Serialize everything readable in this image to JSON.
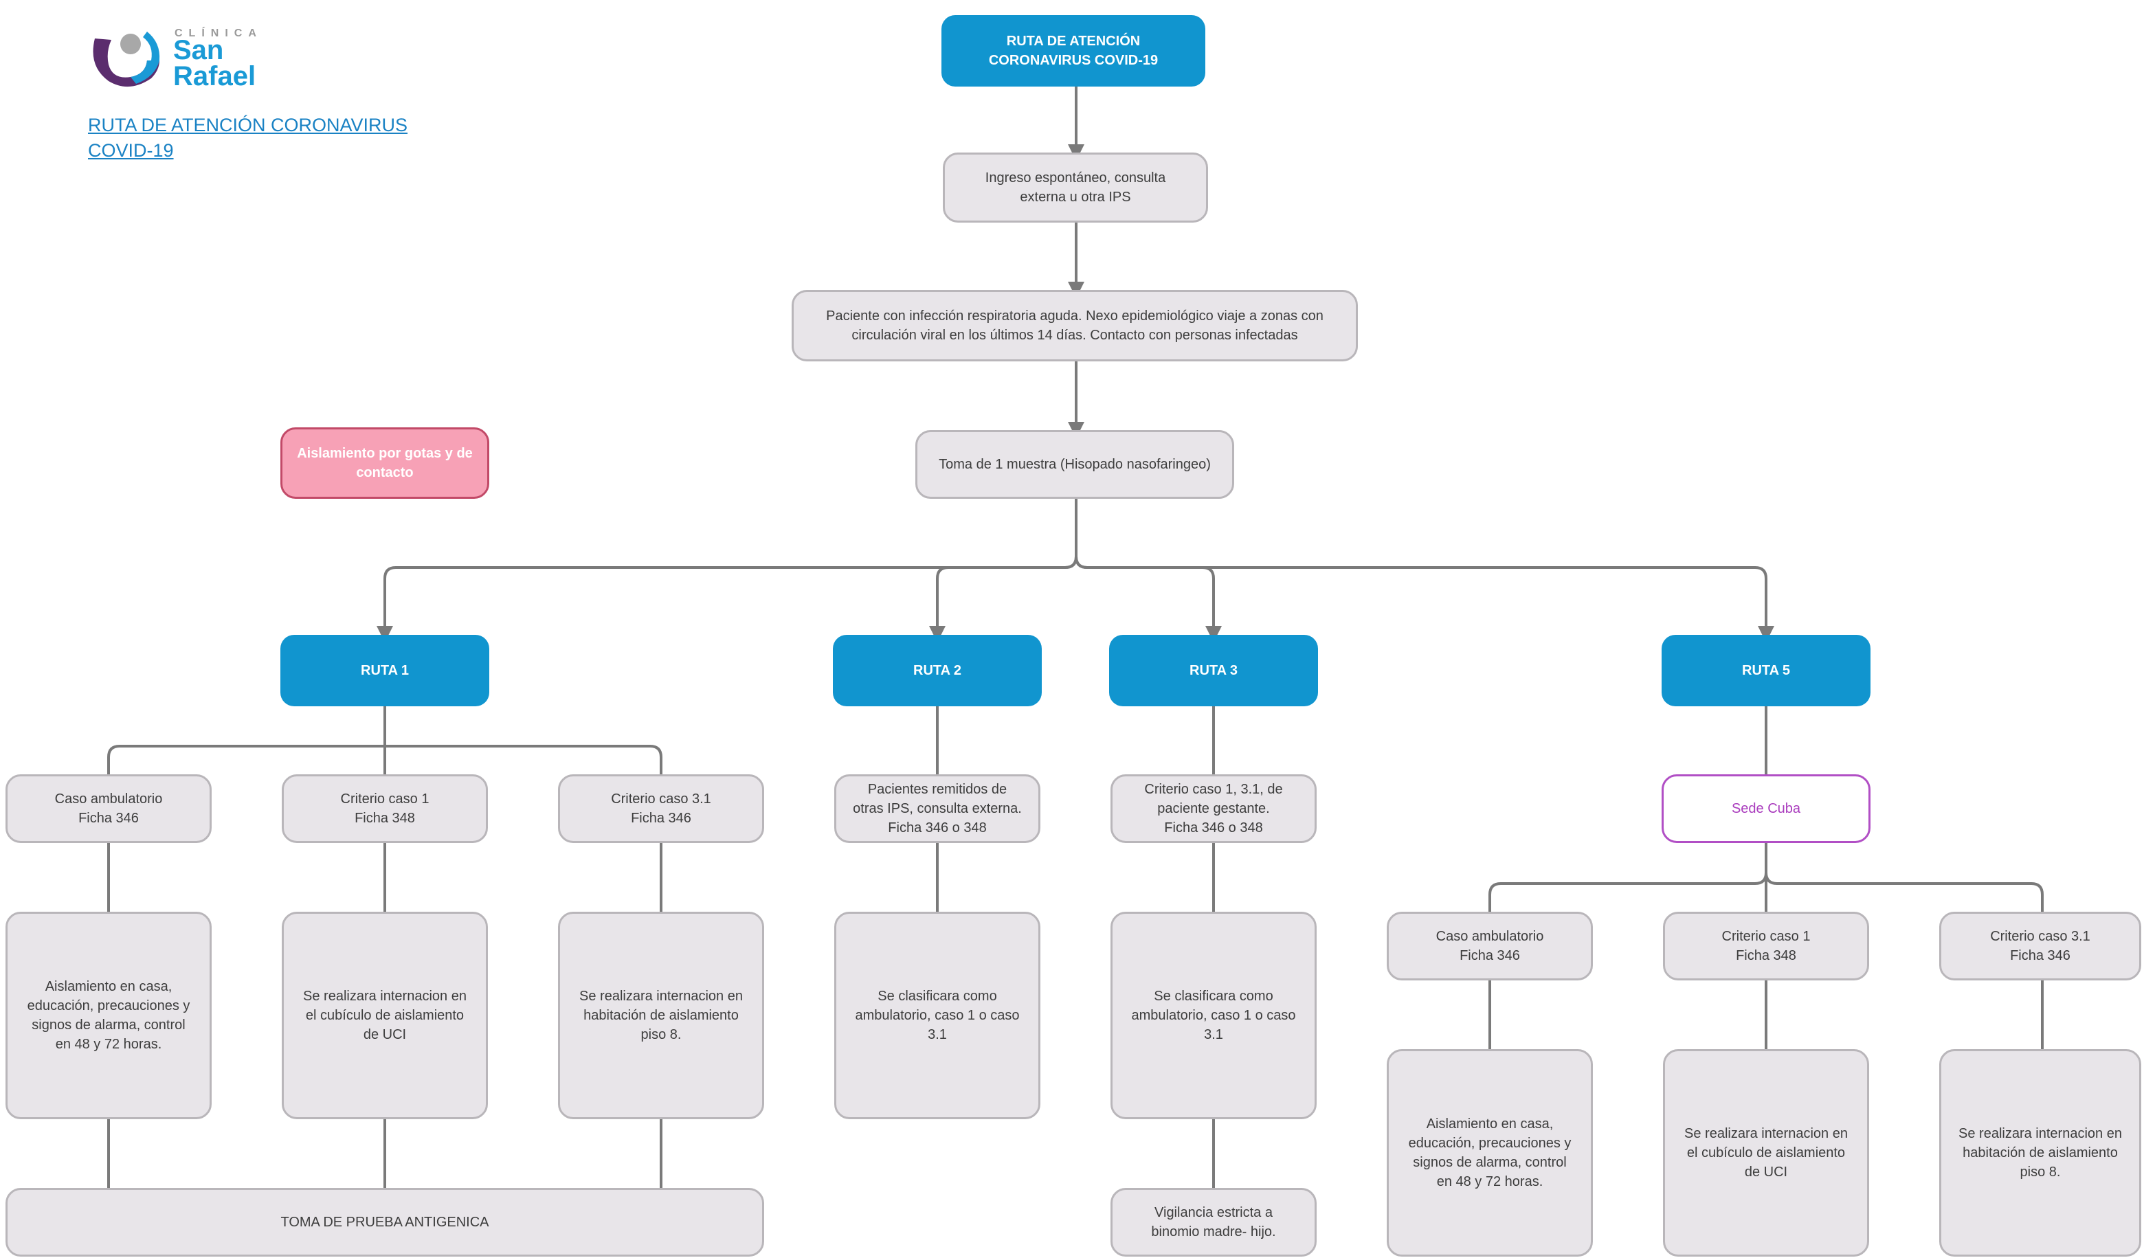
{
  "logo": {
    "clinica": "CLÍNICA",
    "name": "San\nRafael",
    "brand_colors": {
      "purple": "#5b2d6e",
      "blue": "#1a9ad6"
    }
  },
  "header_link": "RUTA DE ATENCIÓN CORONAVIRUS \nCOVID-19",
  "colors": {
    "route_box": "#1195cf",
    "step_box": "#e8e5e9",
    "isolation_box": "#f7a1b6",
    "sede_border": "#b14fc5",
    "connector": "#7a7a7a"
  },
  "nodes": {
    "title": "RUTA DE ATENCIÓN\nCORONAVIRUS COVID-19",
    "ingreso": "Ingreso espontáneo, consulta\nexterna u otra IPS",
    "paciente": "Paciente con infección respiratoria aguda. Nexo epidemiológico viaje a zonas con\ncirculación viral en los últimos 14 días. Contacto con personas infectadas",
    "muestra": "Toma  de 1 muestra (Hisopado nasofaringeo)",
    "aislamiento_gotas": "Aislamiento por gotas y de\ncontacto",
    "ruta1": "RUTA 1",
    "ruta2": "RUTA 2",
    "ruta3": "RUTA 3",
    "ruta5": "RUTA 5",
    "r1_amb": "Caso ambulatorio\nFicha 346",
    "r1_c1": "Criterio caso 1\nFicha 348",
    "r1_c31": "Criterio caso 3.1\nFicha 346",
    "r1_amb_det": "Aislamiento en casa,\neducación, precauciones y\nsignos de alarma, control\nen 48 y 72 horas.",
    "r1_c1_det": "Se realizara internacion en\nel cubículo de aislamiento\nde UCI",
    "r1_c31_det": "Se realizara internacion en\nhabitación de aislamiento\npiso 8.",
    "antigenica": "TOMA DE PRUEBA ANTIGENICA",
    "r2_pac": "Pacientes remitidos de\notras IPS, consulta externa.\nFicha 346 o 348",
    "r2_det": "Se clasificara como\nambulatorio, caso 1 o caso\n3.1",
    "r3_crit": "Criterio caso 1, 3.1, de\npaciente gestante.\nFicha 346 o 348",
    "r3_det": "Se clasificara como\nambulatorio, caso 1 o caso\n3.1",
    "vigilancia": "Vigilancia estricta a\nbinomio madre- hijo.",
    "sede_cuba": "Sede Cuba",
    "r5_amb": "Caso ambulatorio\nFicha 346",
    "r5_c1": "Criterio caso 1\nFicha 348",
    "r5_c31": "Criterio caso 3.1\nFicha 346",
    "r5_amb_det": "Aislamiento en casa,\neducación, precauciones y\nsignos de alarma, control\nen 48 y 72 horas.",
    "r5_c1_det": "Se realizara internacion en\nel cubículo de aislamiento\nde UCI",
    "r5_c31_det": "Se realizara internacion en\nhabitación de aislamiento\npiso 8."
  }
}
